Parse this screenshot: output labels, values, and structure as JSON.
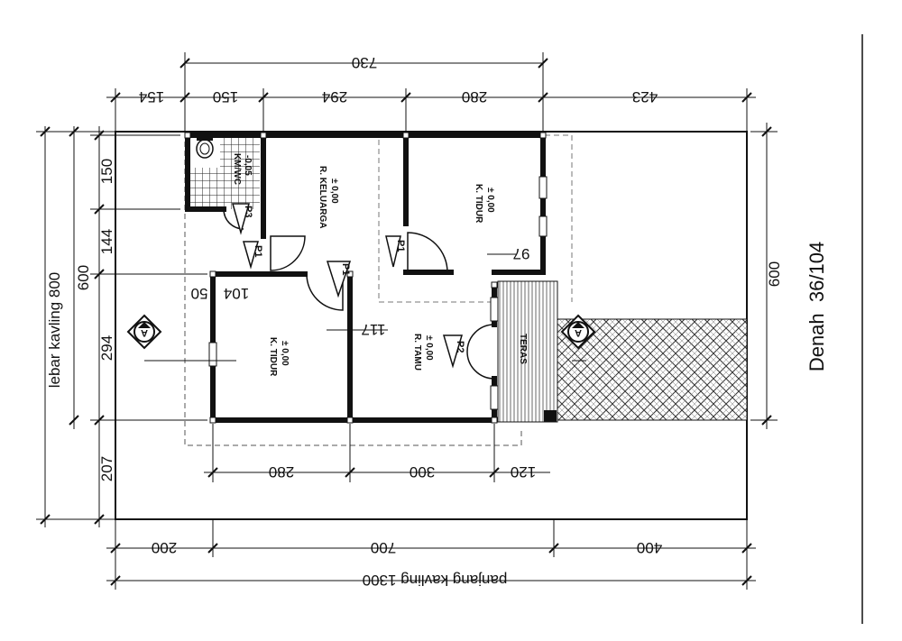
{
  "title": "Denah  36/104",
  "lot": {
    "width_label": "lebar kavling 800",
    "length_label": "panjang kavling 1300",
    "dim_600_right": "600",
    "dim_600_left": "600"
  },
  "top_dims": {
    "overall": "730",
    "segments": [
      "154",
      "150",
      "294",
      "280",
      "423"
    ]
  },
  "bottom_dims": {
    "segments": [
      "280",
      "300",
      "120"
    ],
    "lot_segments": [
      "200",
      "700",
      "400"
    ]
  },
  "left_dims": [
    "150",
    "144",
    "294",
    "207"
  ],
  "interior_dims": {
    "d_104": "104",
    "d_50": "50",
    "d_117": "117",
    "d_97": "97"
  },
  "rooms": {
    "km_wc": "KM/WC",
    "km_wc_level": "-0,05",
    "keluarga": "R. KELUARGA",
    "keluarga_level": "± 0,00",
    "tidur_top": "K. TIDUR",
    "tidur_top_level": "± 0,00",
    "tidur_left": "K. TIDUR",
    "tidur_left_level": "± 0,00",
    "tamu": "R. TAMU",
    "tamu_level": "± 0,00",
    "teras": "TERAS"
  },
  "doors": {
    "p1a": "P1",
    "p1b": "P1",
    "p1c": "P1",
    "p2": "P2",
    "p3": "P3"
  },
  "section_marker": "A"
}
